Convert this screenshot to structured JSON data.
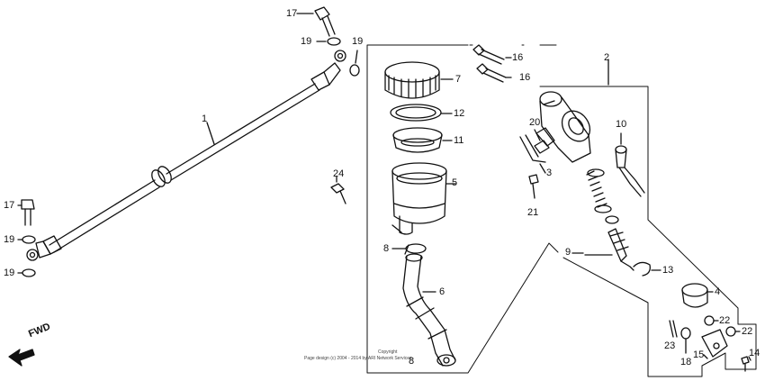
{
  "diagram": {
    "direction_label": "FWD",
    "copyright_line1": "Copyright",
    "copyright_line2": "Page design (c) 2004 - 2014 by ARI Network Services",
    "callouts": [
      {
        "id": "c17a",
        "text": "17"
      },
      {
        "id": "c19a",
        "text": "19"
      },
      {
        "id": "c19b",
        "text": "19"
      },
      {
        "id": "c1",
        "text": "1"
      },
      {
        "id": "c17b",
        "text": "17"
      },
      {
        "id": "c19c",
        "text": "19"
      },
      {
        "id": "c19d",
        "text": "19"
      },
      {
        "id": "c16a",
        "text": "16"
      },
      {
        "id": "c16b",
        "text": "16"
      },
      {
        "id": "c2",
        "text": "2"
      },
      {
        "id": "c7",
        "text": "7"
      },
      {
        "id": "c12",
        "text": "12"
      },
      {
        "id": "c11",
        "text": "11"
      },
      {
        "id": "c5",
        "text": "5"
      },
      {
        "id": "c24",
        "text": "24"
      },
      {
        "id": "c8a",
        "text": "8"
      },
      {
        "id": "c6",
        "text": "6"
      },
      {
        "id": "c8b",
        "text": "8"
      },
      {
        "id": "c20",
        "text": "20"
      },
      {
        "id": "c3",
        "text": "3"
      },
      {
        "id": "c21",
        "text": "21"
      },
      {
        "id": "c10",
        "text": "10"
      },
      {
        "id": "c9",
        "text": "9"
      },
      {
        "id": "c13",
        "text": "13"
      },
      {
        "id": "c4",
        "text": "4"
      },
      {
        "id": "c22a",
        "text": "22"
      },
      {
        "id": "c22b",
        "text": "22"
      },
      {
        "id": "c23",
        "text": "23"
      },
      {
        "id": "c18",
        "text": "18"
      },
      {
        "id": "c15",
        "text": "15"
      },
      {
        "id": "c14",
        "text": "14"
      }
    ]
  }
}
